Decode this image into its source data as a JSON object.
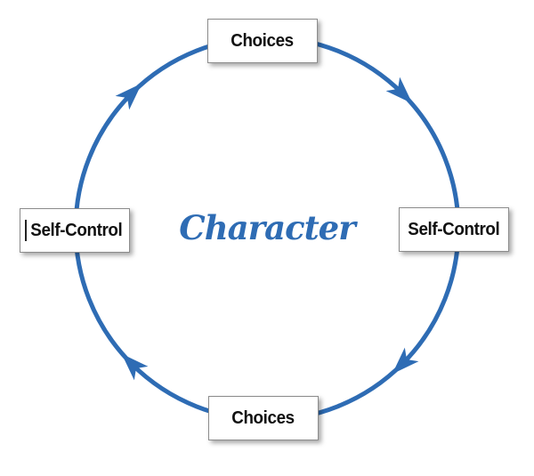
{
  "diagram": {
    "center_label": "Character",
    "nodes": {
      "top": "Choices",
      "right": "Self-Control",
      "bottom": "Choices",
      "left": "Self-Control"
    },
    "arrows": {
      "count": "4",
      "direction": "clockwise"
    },
    "colors": {
      "accent_blue": "#2E6CB4",
      "box_border": "#8c8c8c",
      "label_text": "#111111"
    }
  }
}
